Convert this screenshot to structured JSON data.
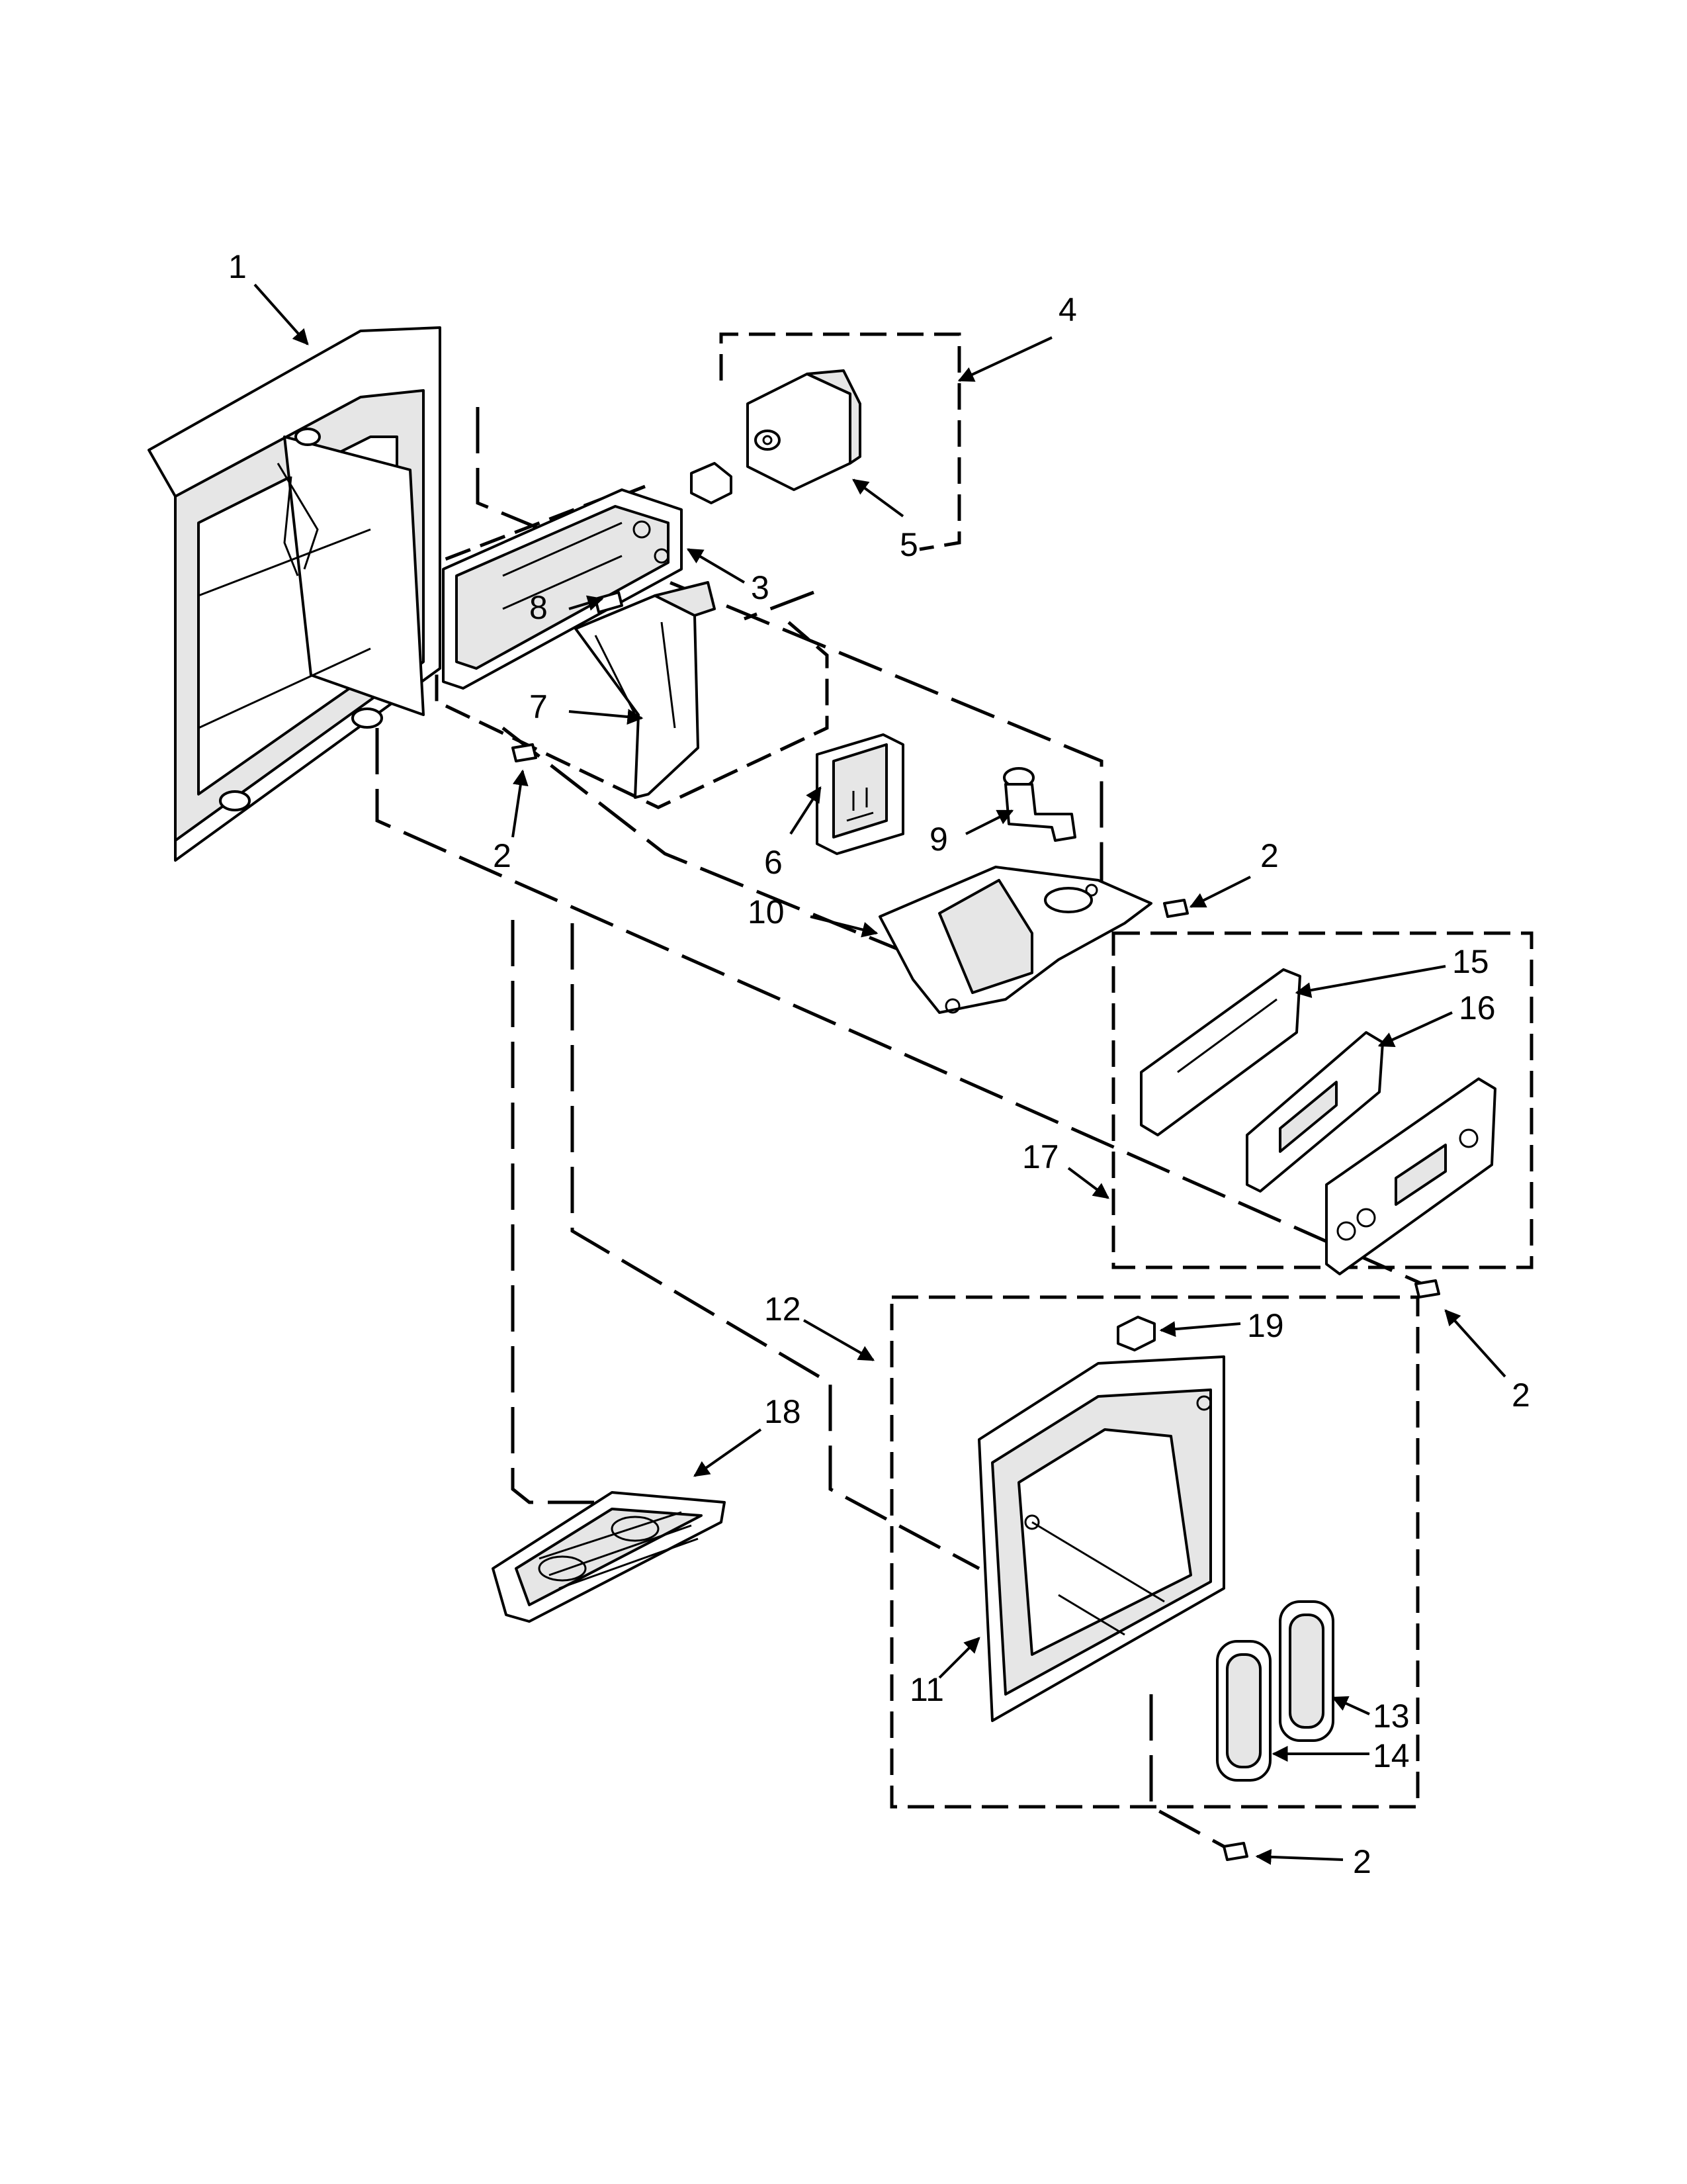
{
  "callouts": {
    "c1": "1",
    "c2a": "2",
    "c2b": "2",
    "c2c": "2",
    "c2d": "2",
    "c3": "3",
    "c4": "4",
    "c5": "5",
    "c6": "6",
    "c7": "7",
    "c8": "8",
    "c9": "9",
    "c10": "10",
    "c11": "11",
    "c12": "12",
    "c13": "13",
    "c14": "14",
    "c15": "15",
    "c16": "16",
    "c17": "17",
    "c18": "18",
    "c19": "19"
  }
}
